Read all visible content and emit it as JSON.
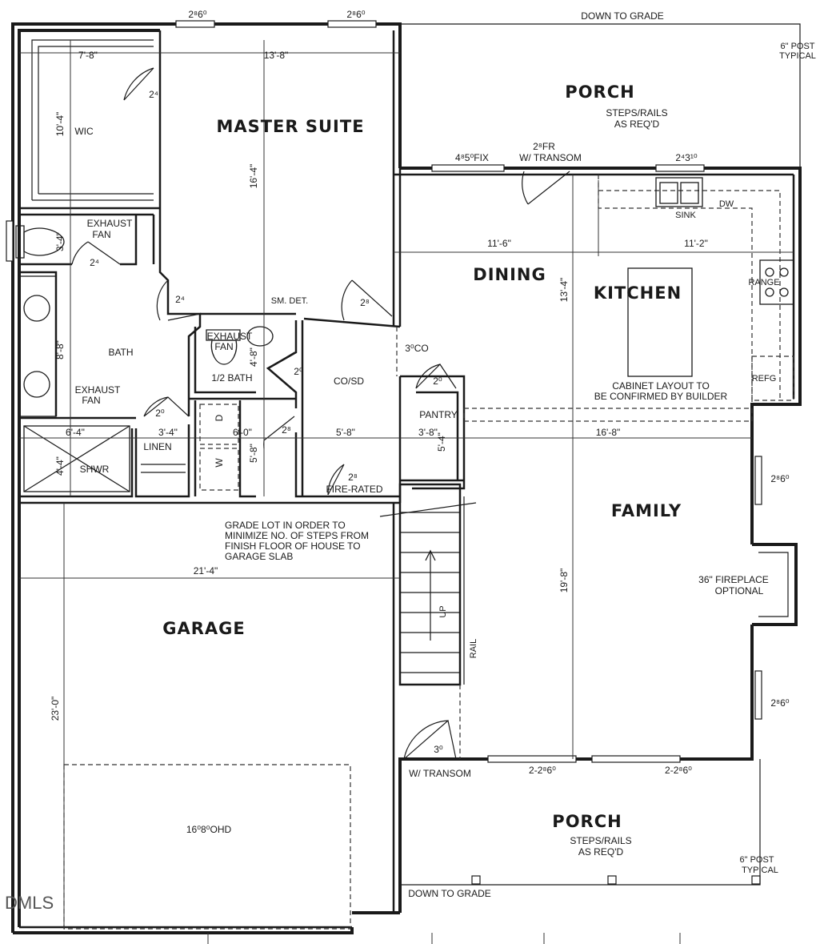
{
  "rooms": {
    "porch_top": "PORCH",
    "master_suite": "MASTER SUITE",
    "dining": "DINING",
    "kitchen": "KITCHEN",
    "family": "FAMILY",
    "garage": "GARAGE",
    "porch_bottom": "PORCH",
    "wic": "WIC",
    "bath": "BATH",
    "half_bath": "1/2 BATH",
    "co_sd": "CO/SD",
    "pantry": "PANTRY",
    "linen": "LINEN",
    "shwr": "SHWR"
  },
  "notes": {
    "down_to_grade_top": "DOWN TO GRADE",
    "post_top_1": "6\" POST",
    "post_top_2": "TYPICAL",
    "steps_top_1": "STEPS/RAILS",
    "steps_top_2": "AS REQ'D",
    "window_fix": "4⁸5⁰FIX",
    "door_fr": "2⁸FR",
    "w_transom_top": "W/ TRANSOM",
    "kitchen_window": "2⁴3¹⁰",
    "sink": "SINK",
    "dw": "DW",
    "range": "RANGE",
    "refg": "REFG",
    "cabinet_1": "CABINET LAYOUT TO",
    "cabinet_2": "BE CONFIRMED BY BUILDER",
    "exhaust_fan_1a": "EXHAUST",
    "exhaust_fan_1b": "FAN",
    "exhaust_fan_2a": "EXHAUST",
    "exhaust_fan_2b": "FAN",
    "exhaust_fan_3a": "EXHAUST",
    "exhaust_fan_3b": "FAN",
    "sm_det": "SM. DET.",
    "fire_rated": "FIRE-RATED",
    "grade_1": "GRADE LOT IN ORDER TO",
    "grade_2": "MINIMIZE NO. OF STEPS FROM",
    "grade_3": "FINISH FLOOR OF HOUSE TO",
    "grade_4": "GARAGE SLAB",
    "fireplace_1": "36\" FIREPLACE",
    "fireplace_2": "OPTIONAL",
    "up": "UP",
    "rail": "RAIL",
    "ohd": "16⁰8⁰OHD",
    "w_transom_bottom": "W/ TRANSOM",
    "win_bottom_1": "2-2⁸6⁰",
    "win_bottom_2": "2-2⁸6⁰",
    "steps_bottom_1": "STEPS/RAILS",
    "steps_bottom_2": "AS REQ'D",
    "post_bottom_1": "6\" POST",
    "post_bottom_2": "TYPICAL",
    "down_to_grade_bottom": "DOWN TO GRADE",
    "win_top_1": "2⁸6⁰",
    "win_top_2": "2⁸6⁰",
    "win_right_1": "2⁸6⁰",
    "win_right_2": "2⁸6⁰",
    "washer": "W",
    "dryer": "D",
    "watermark": "DMLS"
  },
  "doors": {
    "d1": "2⁴",
    "d2": "2⁴",
    "d3": "2⁴",
    "d4": "2⁸",
    "d5": "2⁰",
    "d6": "2⁰",
    "d7": "2⁸",
    "d8": "2⁰",
    "d9": "2⁸",
    "d10": "3⁰CO",
    "d11": "3⁰"
  },
  "dimensions": {
    "wic_width": "7'-8\"",
    "master_width": "13'-8\"",
    "wic_depth": "10'-4\"",
    "master_depth": "16'-4\"",
    "wc_depth": "3'-4\"",
    "bath_depth": "8'-8\"",
    "half_bath_depth": "4'-8\"",
    "dining_width": "11'-6\"",
    "kitchen_width": "11'-2\"",
    "kitchen_depth": "13'-4\"",
    "shwr_width": "6'-4\"",
    "linen_width": "3'-4\"",
    "laundry_width": "6'-0\"",
    "hall_width": "5'-8\"",
    "pantry_width": "3'-8\"",
    "family_width": "16'-8\"",
    "shwr_depth": "4'-4\"",
    "laundry_depth": "5'-8\"",
    "pantry_depth": "5'-4\"",
    "garage_width": "21'-4\"",
    "family_depth": "19'-8\"",
    "garage_depth": "23'-0\""
  }
}
